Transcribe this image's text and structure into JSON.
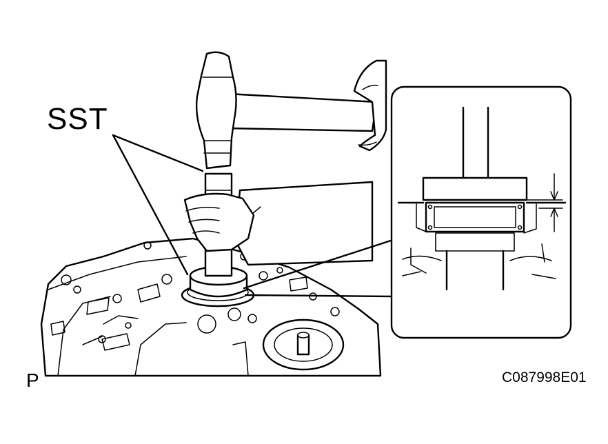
{
  "labels": {
    "tool": "SST",
    "view_code": "P",
    "figure_code": "C087998E01"
  },
  "colors": {
    "line": "#000000",
    "background": "#ffffff"
  }
}
